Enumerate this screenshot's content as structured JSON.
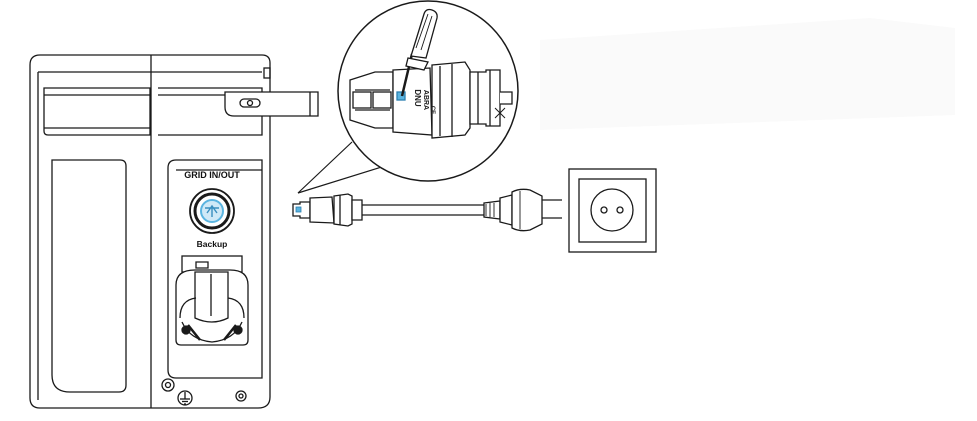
{
  "labels": {
    "port_top": "GRID IN/OUT",
    "port_bottom": "Backup"
  },
  "connector_markings": {
    "logo": "DNU",
    "brand_line1": "ABRA",
    "brand_line2": "CE"
  },
  "colors": {
    "line": "#1a1a1a",
    "accent": "#5ab4e0",
    "background": "#ffffff"
  },
  "icons": [
    "ground-icon",
    "screwdriver-icon",
    "schuko-plug-icon",
    "wall-socket-icon"
  ]
}
